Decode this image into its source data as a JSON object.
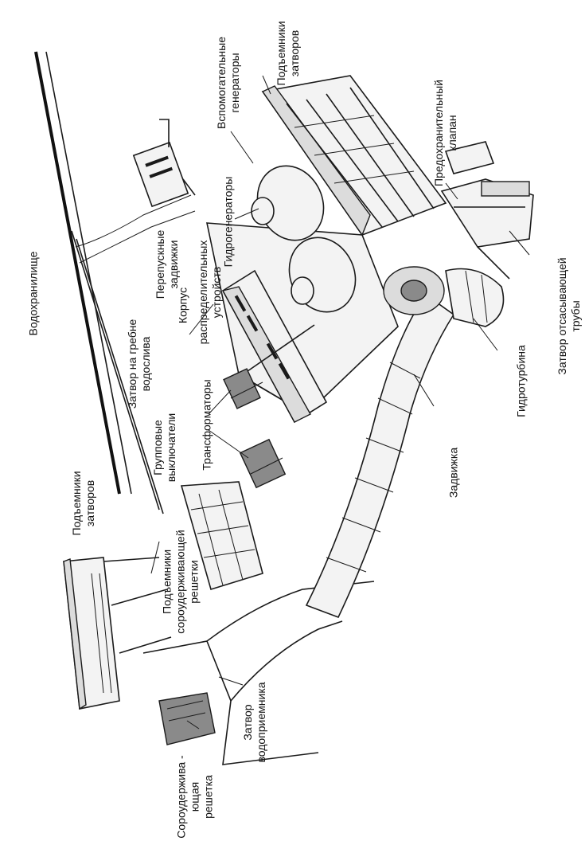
{
  "labels": {
    "reservoir": "Водохранилище",
    "bypass_valves": "Перепускные\nзадвижки",
    "body": "Корпус",
    "crest_gate": "Затвор на гребне\nводослива",
    "gate_hoists_top": "Подъемники\nзатворов",
    "aux_generators": "Вспомогательные\nгенераторы",
    "relief_valve": "Предохранительный\nклапан",
    "hydrogenerators": "Гидрогенераторы",
    "switchgear": "распределительных\nустройств",
    "transformers": "Трансформаторы",
    "group_switches": "Групповые\nвыключатели",
    "gate_hoists_bottom": "Подъемники\nзатворов",
    "trash_rack_hoists": "Подъемники\nсороудерживающей\nрешетки",
    "valve": "Задвижка",
    "draft_tube_gate": "Затвор отсасывающей\nтрубы",
    "hydroturbine": "Гидротурбина",
    "intake_gate": "Затвор\nводоприемника",
    "trash_rack": "Сороудержива -\nющая\nрешетка"
  },
  "colors": {
    "ink": "#1a1a1a",
    "paper": "#ffffff",
    "shade": "#dcdcdc",
    "dark_shade": "#8a8a8a"
  }
}
